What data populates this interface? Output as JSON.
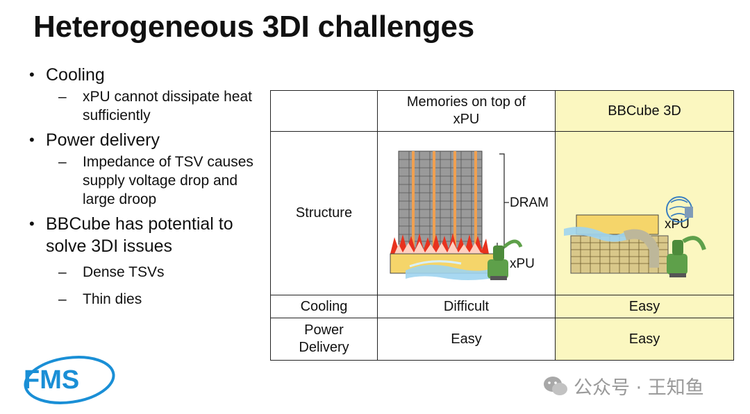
{
  "slide": {
    "title": "Heterogeneous 3DI challenges"
  },
  "bullets": [
    {
      "text": "Cooling",
      "subs": [
        "xPU cannot dissipate heat sufficiently"
      ]
    },
    {
      "text": "Power delivery",
      "subs": [
        "Impedance of TSV causes supply voltage drop and large droop"
      ]
    },
    {
      "text": "BBCube has potential to solve 3DI issues",
      "subs": [
        "Dense TSVs",
        "Thin dies"
      ]
    }
  ],
  "table": {
    "header": {
      "col2": "Memories on top of xPU",
      "col3": "BBCube 3D"
    },
    "rows": {
      "structure": {
        "label": "Structure",
        "dram_label": "DRAM",
        "xpu_left": "xPU",
        "xpu_right": "xPU"
      },
      "cooling": {
        "label": "Cooling",
        "col2": "Difficult",
        "col3": "Easy"
      },
      "power": {
        "label": "Power Delivery",
        "col2": "Easy",
        "col3": "Easy"
      }
    }
  },
  "logo": {
    "text": "FMS",
    "color": "#1a8fd6"
  },
  "watermark": {
    "text": "公众号 · 王知鱼",
    "icon": "wechat-icon"
  },
  "colors": {
    "highlight": "#fbf7c0",
    "flame": "#e8321e",
    "copper": "#f0a050",
    "water": "#9fd4f0",
    "pump": "#5ea04a"
  }
}
